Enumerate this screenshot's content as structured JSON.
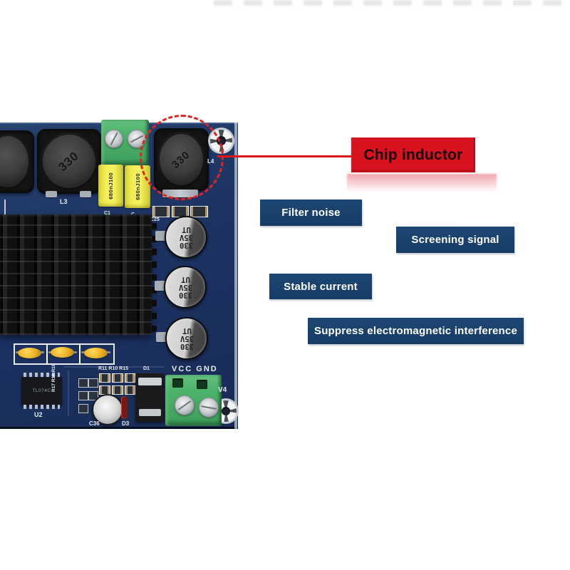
{
  "annotations": {
    "chip_inductor": {
      "text": "Chip inductor",
      "bg_color": "#d8121f",
      "text_color": "#160404",
      "line_color": "#e01616",
      "circle_color": "#e02424"
    },
    "features": [
      {
        "text": "Filter noise"
      },
      {
        "text": "Screening signal"
      },
      {
        "text": "Stable current"
      },
      {
        "text": "Suppress electromagnetic interference"
      }
    ],
    "feature_bg_color": "#1a416d",
    "feature_text_color": "#ffffff"
  },
  "pcb": {
    "board_color": "#1d3363",
    "inductor_marking": "330",
    "film_cap_marking": "680nJ100",
    "cap_marking": {
      "value": "330",
      "voltage": "35V",
      "brand": "UT"
    },
    "ic_marking": "TL074C",
    "silkscreen": {
      "l3": "L3",
      "l4": "L4",
      "c1": "C1",
      "c": "C",
      "c25": "C25",
      "r_row": "R11 R10 R15",
      "r_col": "R17 R16 R18",
      "d1": "D1",
      "d3": "D3",
      "u2": "U2",
      "c36": "C36",
      "v4": "V4",
      "power": "VCC GND"
    }
  }
}
